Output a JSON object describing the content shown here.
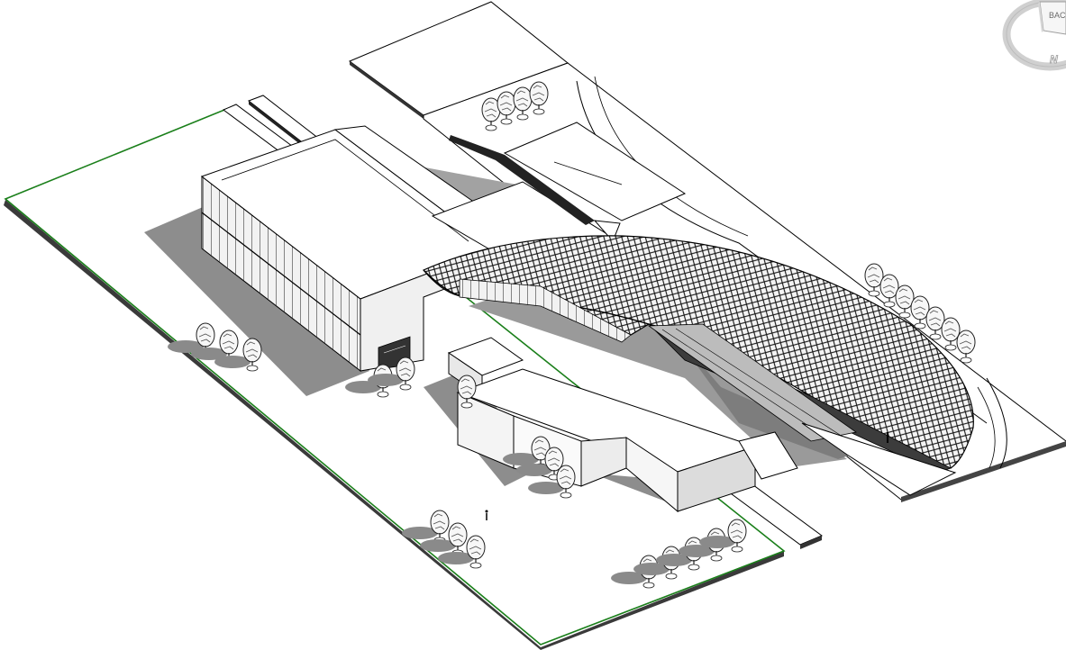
{
  "viewport": {
    "background": "#ffffff",
    "site_boundary_color": "#1a7f1a",
    "line_color": "#000000",
    "shadow_color": "#8a8a8a",
    "view_type": "3D isometric shaded view with shadows"
  },
  "viewcube": {
    "face_label": "BAC",
    "compass_label": "N",
    "compass_color": "#bfbfbf"
  }
}
